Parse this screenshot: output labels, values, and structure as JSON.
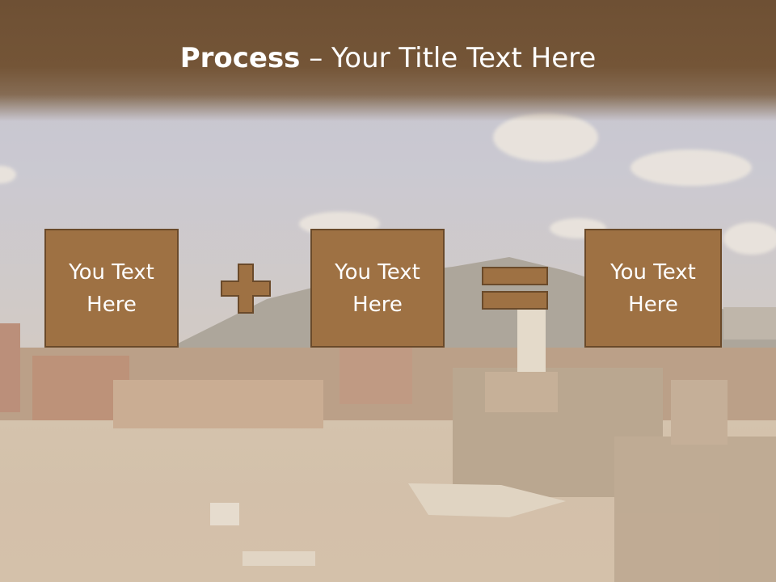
{
  "slide": {
    "title_bold": "Process",
    "title_rest": " – Your Title Text Here"
  },
  "boxes": [
    {
      "text": "You Text Here"
    },
    {
      "text": "You Text Here"
    },
    {
      "text": "You Text Here"
    }
  ],
  "operators": [
    "plus-icon",
    "equals-icon"
  ],
  "colors": {
    "title_bar": "#6e5034",
    "box_fill": "#9e7143",
    "box_border": "#6a4a2a",
    "text": "#ffffff"
  }
}
